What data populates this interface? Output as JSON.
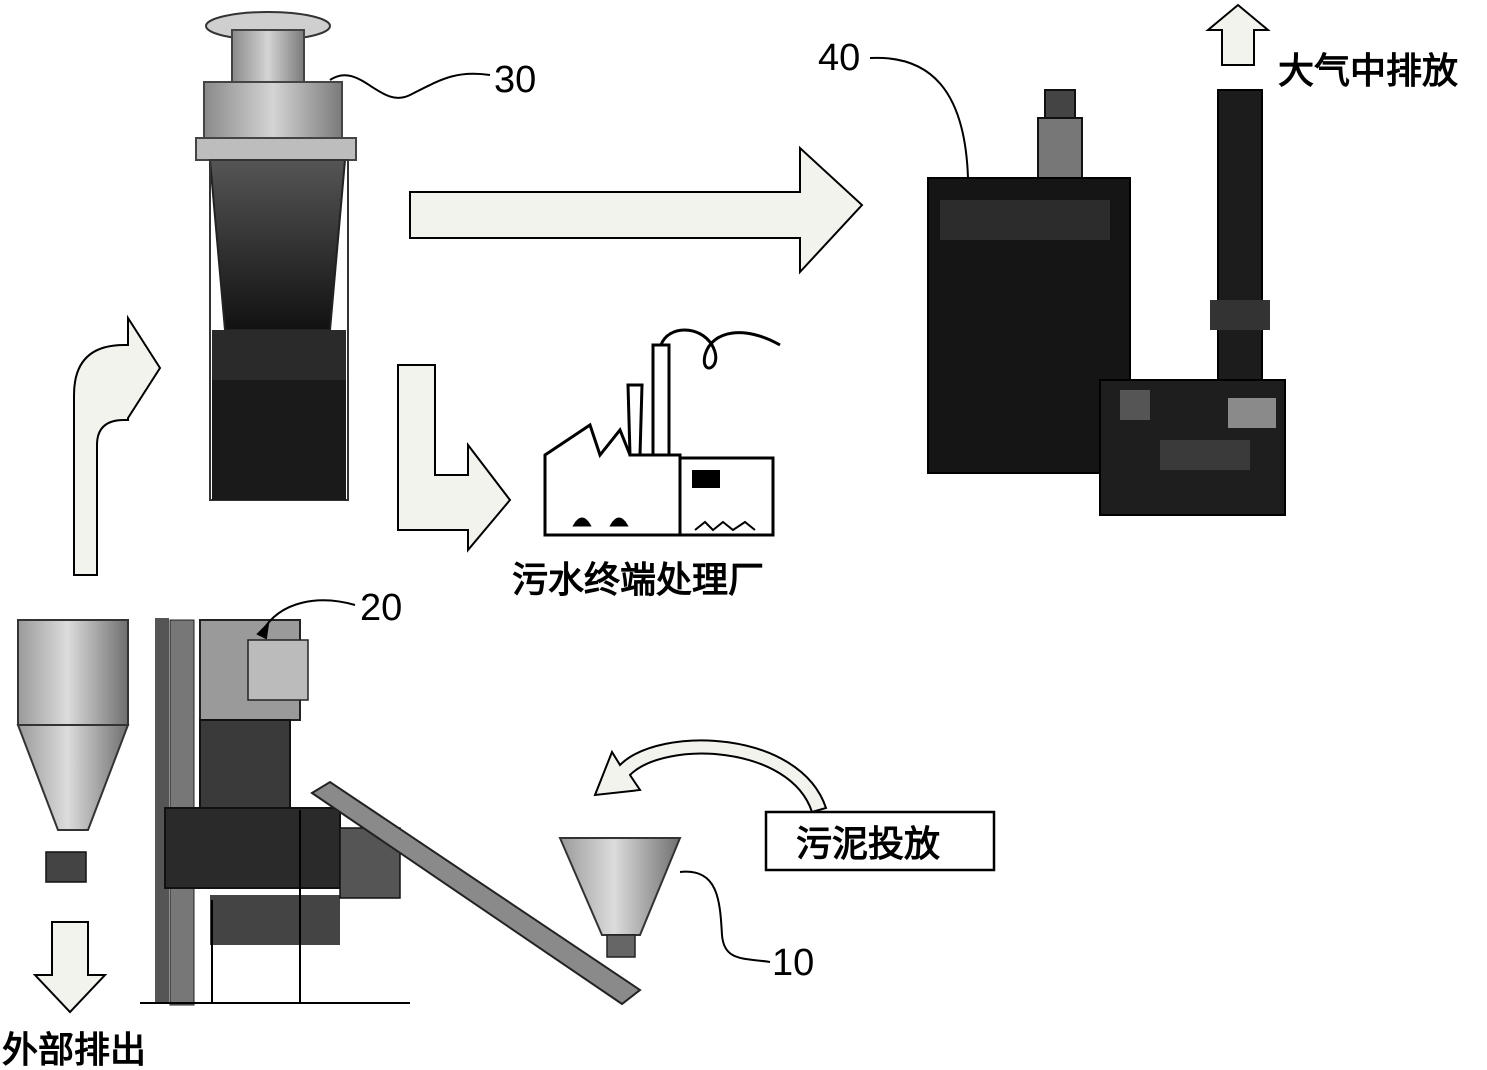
{
  "labels": {
    "atmosphere_discharge": "大气中排放",
    "sewage_plant": "污水终端处理厂",
    "sludge_input": "污泥投放",
    "external_discharge": "外部排出"
  },
  "callouts": {
    "feed_hopper": "10",
    "dryer_unit": "20",
    "cyclone_scrubber": "30",
    "deodorizer_stack": "40"
  },
  "colors": {
    "line": "#000000",
    "arrow_fill": "#f3f3ee",
    "equipment_dark": "#1a1a1a",
    "equipment_mid": "#6e6e6e",
    "equipment_light": "#b9b9b9"
  }
}
